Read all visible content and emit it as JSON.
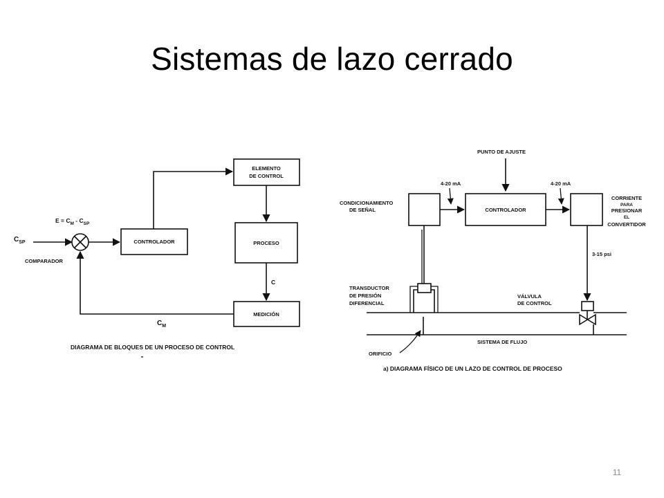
{
  "slide": {
    "title": "Sistemas de lazo cerrado",
    "page_number": "11"
  },
  "block_diagram": {
    "caption": "DIAGRAMA DE BLOQUES DE UN PROCESO DE CONTROL",
    "setpoint_label": "C",
    "setpoint_sub": "SP",
    "comparator_label": "COMPARADOR",
    "error_eq_prefix": "E = C",
    "error_eq_sub1": "M",
    "error_eq_mid": " - C",
    "error_eq_sub2": "SP",
    "controller": "CONTROLADOR",
    "control_element_line1": "ELEMENTO",
    "control_element_line2": "DE CONTROL",
    "process": "PROCESO",
    "measurement": "MEDICIÓN",
    "output_label": "C",
    "measured_label": "C",
    "measured_sub": "M"
  },
  "physical_diagram": {
    "caption": "a) DIAGRAMA FÍSICO DE UN LAZO DE CONTROL DE PROCESO",
    "setpoint": "PUNTO DE AJUSTE",
    "signal_conditioning_line1": "CONDICIONAMIENTO",
    "signal_conditioning_line2": "DE SEÑAL",
    "current_in": "4-20 mA",
    "controller": "CONTROLADOR",
    "current_out": "4-20 mA",
    "converter_line1": "CORRIENTE",
    "converter_line2": "PARA",
    "converter_line3": "PRESIONAR",
    "converter_line4": "EL",
    "converter_line5": "CONVERTIDOR",
    "pressure_signal": "3-15 psi",
    "transducer_line1": "TRANSDUCTOR",
    "transducer_line2": "DE PRESIÓN",
    "transducer_line3": "DIFERENCIAL",
    "valve_line1": "VÁLVULA",
    "valve_line2": "DE CONTROL",
    "orifice": "ORIFICIO",
    "flow_system": "SISTEMA DE FLUJO"
  }
}
